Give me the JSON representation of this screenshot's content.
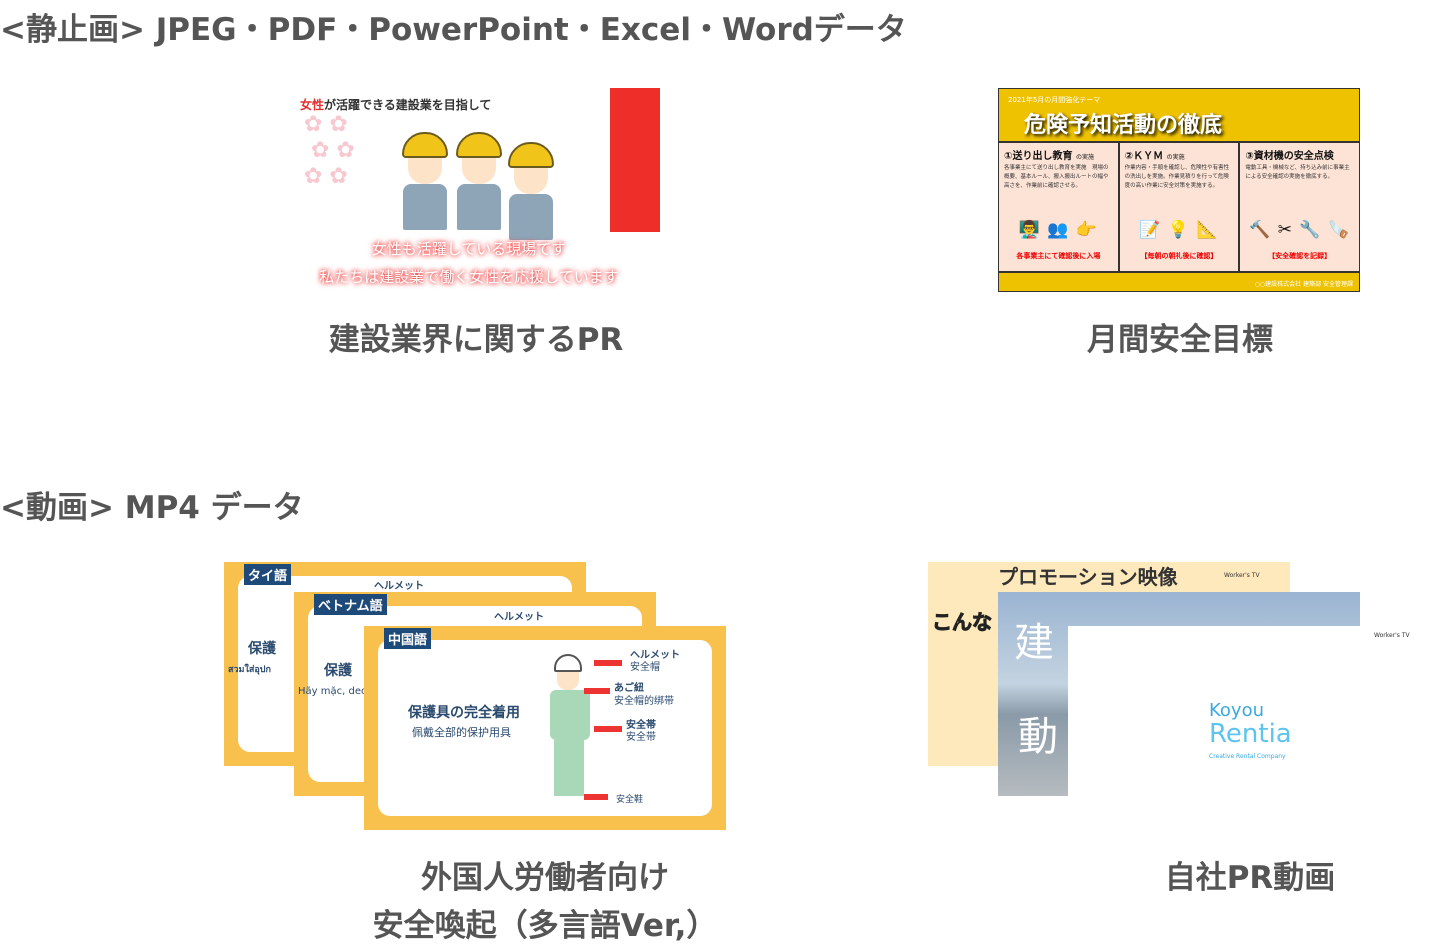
{
  "headings": {
    "still": "<静止画> JPEG・PDF・PowerPoint・Excel・Wordデータ",
    "video": "<動画> MP4 データ"
  },
  "still_items": [
    {
      "caption": "建設業界に関するPR",
      "thumb": {
        "title_accent": "女性",
        "title_rest": "が活躍できる建設業を目指して",
        "line1": "女性も活躍している現場です",
        "line2": "私たちは建設業で働く女性を応援しています"
      }
    },
    {
      "caption": "月間安全目標",
      "thumb": {
        "small": "2021年5月の月間強化テーマ",
        "title": "危険予知活動の徹底",
        "columns": [
          {
            "title": "①送り出し教育",
            "suffix": "の実施",
            "body": "各事業主にて送り出し教育を実施　現場の概要、基本ルール、搬入搬出ルートの幅や高さを、作業前に確認させる。",
            "icons": "👨‍🏫 👥 👉",
            "note": "各事業主にて確認後に入場"
          },
          {
            "title": "②ＫＹＭ",
            "suffix": "の実施",
            "body": "作業内容・手順を確認し、危険性や有害性の洗出しを実施。作業見積りを行って危険度の高い作業に安全対策を実施する。",
            "icons": "📝 💡 📐",
            "note": "【毎朝の朝礼後に確認】"
          },
          {
            "title": "③資材機の安全点検",
            "suffix": "",
            "body": "電動工具・機械など、持ち込み前に事業主による安全確認の実施を徹底する。",
            "icons": "🔨 ✂ 🔧 🪚",
            "note": "【安全確認を記録】"
          }
        ],
        "footer": "○○建設株式会社 建築部 安全管理課"
      }
    }
  ],
  "video_items": [
    {
      "caption_line1": "外国人労働者向け",
      "caption_line2": "安全喚起（多言語Ver,）",
      "cards": [
        {
          "tag": "タイ語",
          "title": "保護",
          "sub": "สวมใส่อุปก",
          "label": "ヘルメット"
        },
        {
          "tag": "ベトナム語",
          "title": "保護",
          "sub": "Hãy mặc, deo",
          "label": "ヘルメット"
        },
        {
          "tag": "中国語",
          "title": "保護具の完全着用",
          "sub": "佩戴全部的保护用具",
          "labels": [
            [
              "ヘルメット",
              "安全帽"
            ],
            [
              "あご紐",
              "安全帽的绑带"
            ],
            [
              "安全帯",
              "安全带"
            ],
            [
              "",
              "安全鞋"
            ]
          ]
        }
      ]
    },
    {
      "caption": "自社PR動画",
      "cards": [
        {
          "text": "こんな",
          "top": "プロモーション映像",
          "brand": "Worker's TV"
        },
        {
          "text1": "建",
          "text2": "動"
        },
        {
          "logo_top": "Koyou",
          "logo_main": "Rentia",
          "logo_sub": "Creative Rental Company",
          "brand": "Worker's TV"
        }
      ]
    }
  ]
}
